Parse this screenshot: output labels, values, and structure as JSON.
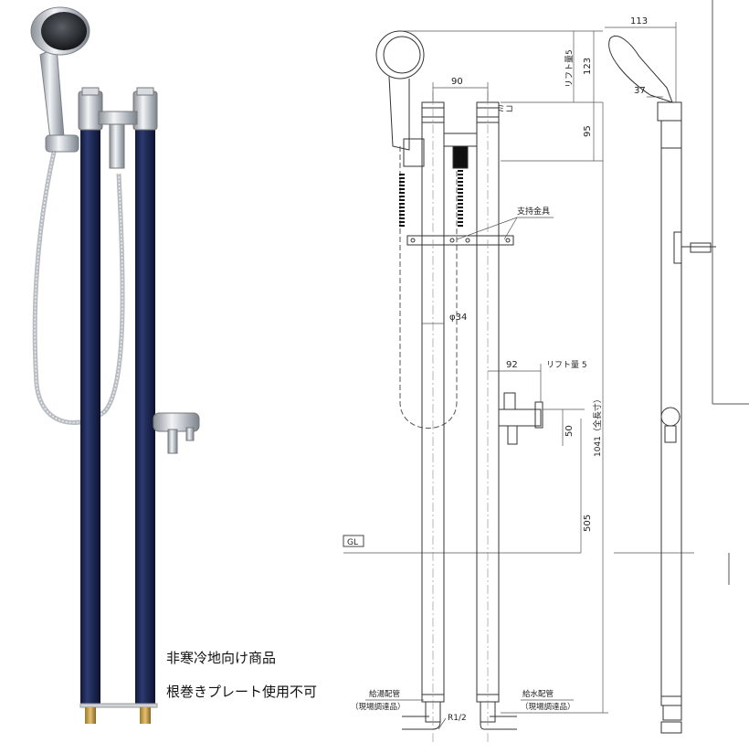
{
  "product_notes": {
    "line1": "非寒冷地向け商品",
    "line2": "根巻きプレート使用不可"
  },
  "drawing": {
    "dims": {
      "spacing_top": "90",
      "lift_top": "リフト量5",
      "head_height": "123",
      "valve_height": "95",
      "pipe_dia": "φ34",
      "tap_offset": "92",
      "lift_tap": "リフト量 5",
      "tap_height": "50",
      "overall": "1041（全長寸）",
      "tap_from_gl": "505",
      "side_width": "113",
      "side_angle": "37"
    },
    "labels": {
      "support": "支持金具",
      "ground": "GL",
      "hot_pipe": "給湯配管",
      "hot_pipe_note": "（現場調達品）",
      "cold_pipe": "給水配管",
      "cold_pipe_note": "（現場調達品）",
      "thread": "R1/2",
      "cold_mark": "ミコ"
    }
  },
  "colors": {
    "pipe_navy": "#1f2a55",
    "chrome": "#c8ccd2",
    "line": "#333333",
    "dim_line": "#555555"
  }
}
